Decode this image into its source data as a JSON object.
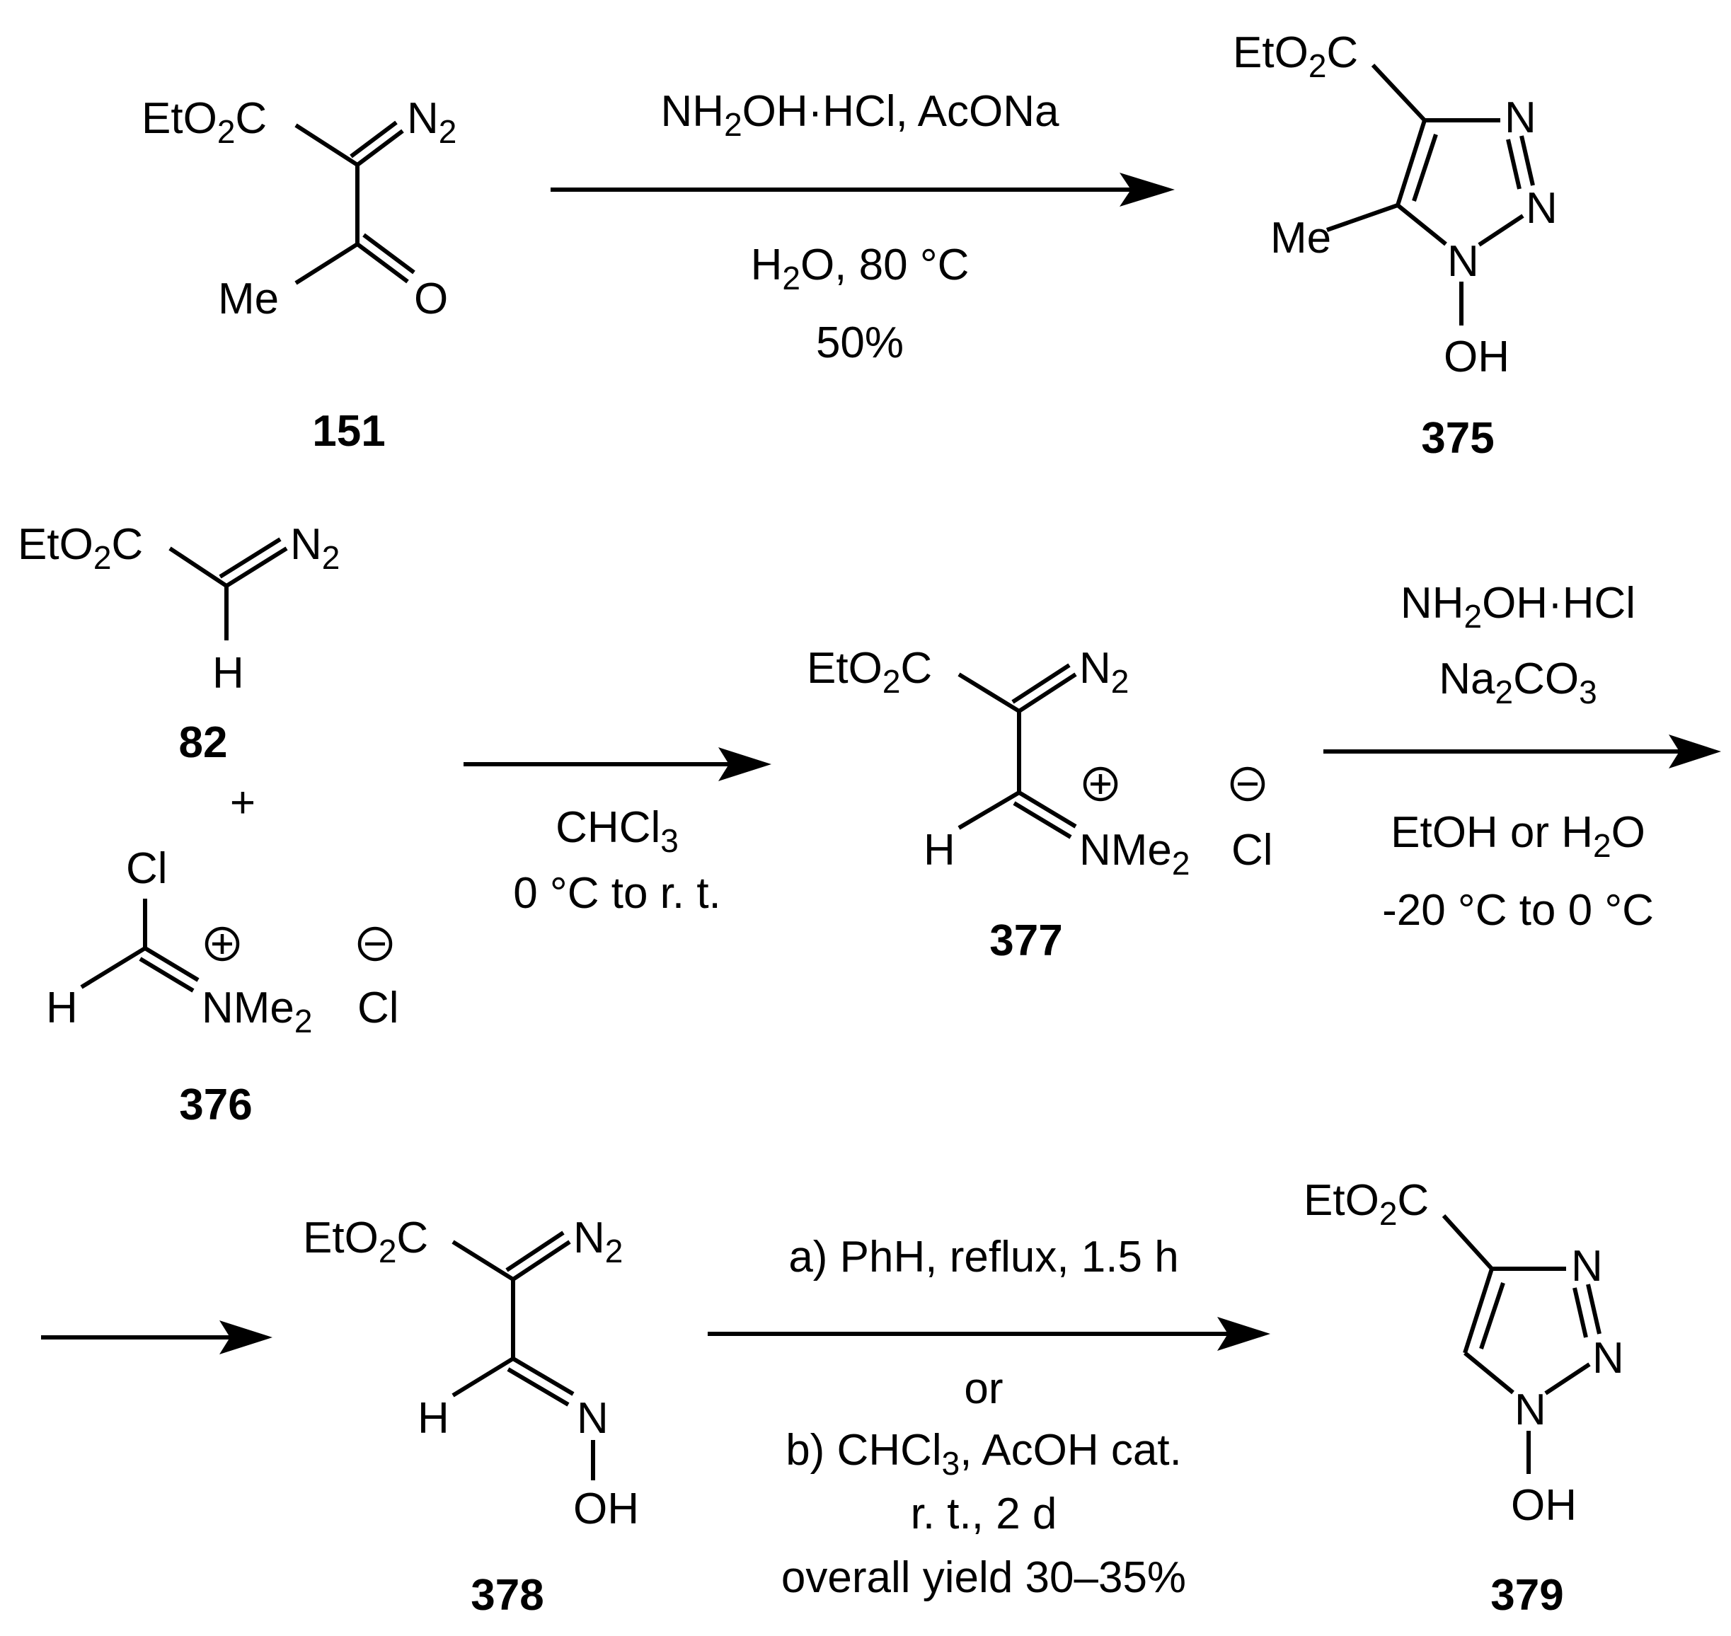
{
  "reaction1": {
    "reagents": "NH2OH·HCl, AcONa",
    "solvent": "H2O, 80 °C",
    "yield": "50%"
  },
  "compound151": {
    "number": "151",
    "ester": "EtO2C",
    "diazo": "N2",
    "methyl": "Me",
    "oxygen": "O"
  },
  "compound375": {
    "number": "375",
    "ester": "EtO2C",
    "methyl": "Me",
    "n3": "N",
    "n2": "N",
    "n1": "N",
    "hydroxyl": "OH"
  },
  "compound82": {
    "number": "82",
    "ester": "EtO2C",
    "diazo": "N2",
    "hydrogen": "H"
  },
  "plus_sign": "+",
  "compound376": {
    "number": "376",
    "chlorine": "Cl",
    "hydrogen": "H",
    "iminium": "NMe2",
    "counterion": "Cl"
  },
  "reaction2": {
    "solvent": "CHCl3",
    "temperature": "0 °C to r. t."
  },
  "compound377": {
    "number": "377",
    "ester": "EtO2C",
    "diazo": "N2",
    "hydrogen": "H",
    "iminium": "NMe2",
    "counterion": "Cl"
  },
  "reaction3": {
    "reagent1": "NH2OH·HCl",
    "reagent2": "Na2CO3",
    "solvent": "EtOH or H2O",
    "temperature": "-20 °C to 0 °C"
  },
  "compound378": {
    "number": "378",
    "ester": "EtO2C",
    "diazo": "N2",
    "hydrogen": "H",
    "nitrogen": "N",
    "hydroxyl": "OH"
  },
  "reaction4": {
    "option_a": "a) PhH, reflux, 1.5 h",
    "or_text": "or",
    "option_b": "b) CHCl3, AcOH cat.",
    "time": "r. t., 2 d",
    "yield": "overall yield 30–35%"
  },
  "compound379": {
    "number": "379",
    "ester": "EtO2C",
    "n3": "N",
    "n2": "N",
    "n1": "N",
    "hydroxyl": "OH"
  }
}
